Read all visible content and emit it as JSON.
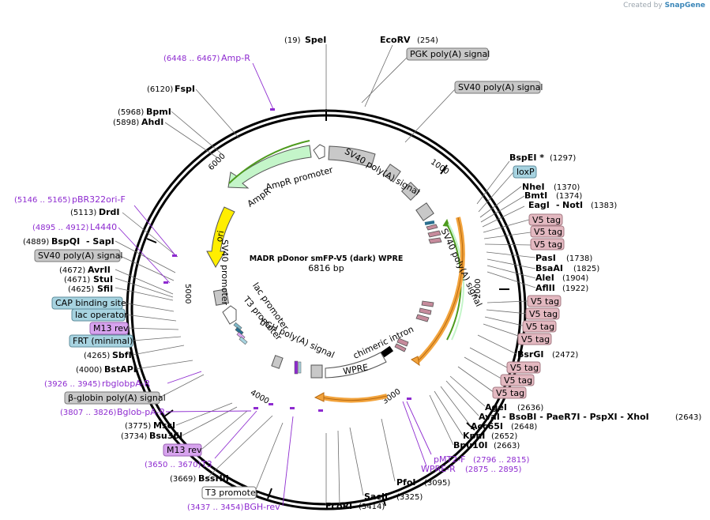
{
  "brand": {
    "prefix": "Created by",
    "name": "SnapGene"
  },
  "plasmid": {
    "name": "MADR pDonor smFP-V5 (dark) WPRE",
    "size": "6816 bp"
  },
  "ticks": [
    "1000",
    "2000",
    "3000",
    "4000",
    "5000",
    "6000"
  ],
  "sites_right": [
    {
      "name": "SpeI",
      "pos": "(19)"
    },
    {
      "name": "EcoRV",
      "pos": "(254)"
    },
    {
      "name": "BspEI *",
      "pos": "(1297)"
    },
    {
      "name": "NheI",
      "pos": "(1370)"
    },
    {
      "name": "BmtI",
      "pos": "(1374)"
    },
    {
      "name": "EagI",
      "prefix": "-",
      "name2": "NotI",
      "pos": "(1383)"
    },
    {
      "name": "PasI",
      "pos": "(1738)"
    },
    {
      "name": "BsaAI",
      "pos": "(1825)"
    },
    {
      "name": "AleI",
      "pos": "(1904)"
    },
    {
      "name": "AflII",
      "pos": "(1922)"
    },
    {
      "name": "BsrGI",
      "pos": "(2472)"
    },
    {
      "name": "AgeI",
      "pos": "(2636)"
    },
    {
      "name": "AvaI",
      "rest": "- BsoBI  - PaeR7I  - PspXI  - XhoI",
      "pos": "(2643)"
    },
    {
      "name": "Acc65I",
      "pos": "(2648)"
    },
    {
      "name": "KpnI",
      "pos": "(2652)"
    },
    {
      "name": "Bpu10I",
      "pos": "(2663)"
    },
    {
      "name": "PfoI",
      "pos": "(3095)"
    },
    {
      "name": "SacII",
      "pos": "(3325)"
    },
    {
      "name": "EcoRI",
      "pos": "(3414)"
    }
  ],
  "sites_left": [
    {
      "name": "FspI",
      "pos": "(6120)"
    },
    {
      "name": "BpmI",
      "pos": "(5968)"
    },
    {
      "name": "AhdI",
      "pos": "(5898)"
    },
    {
      "name": "DrdI",
      "pos": "(5113)"
    },
    {
      "name": "BspQI",
      "rest": "- SapI",
      "pos": "(4889)"
    },
    {
      "name": "AvrII",
      "pos": "(4672)"
    },
    {
      "name": "StuI",
      "pos": "(4671)"
    },
    {
      "name": "SfiI",
      "pos": "(4625)"
    },
    {
      "name": "SbfI",
      "pos": "(4265)"
    },
    {
      "name": "BstAPI",
      "pos": "(4000)"
    },
    {
      "name": "MscI",
      "pos": "(3775)"
    },
    {
      "name": "Bsu36I",
      "pos": "(3734)"
    },
    {
      "name": "BssHII",
      "pos": "(3669)"
    }
  ],
  "primers": [
    {
      "name": "Amp-R",
      "pos": "(6448 .. 6467)"
    },
    {
      "name": "pBR322ori-F",
      "pos": "(5146 .. 5165)"
    },
    {
      "name": "L4440",
      "pos": "(4895 .. 4912)"
    },
    {
      "name": "rbglobpA-R",
      "pos": "(3926 .. 3945)"
    },
    {
      "name": "Bglob-pA-R",
      "pos": "(3807 .. 3826)"
    },
    {
      "name": "T3",
      "pos": "(3650 .. 3670)"
    },
    {
      "name": "BGH-rev",
      "pos": "(3437 .. 3454)"
    },
    {
      "name": "pMT2-F",
      "pos": "(2796 .. 2815)"
    },
    {
      "name": "WPRE-R",
      "pos": "(2875 .. 2895)"
    }
  ],
  "feature_boxes": [
    "PGK poly(A) signal",
    "SV40 poly(A) signal",
    "loxP",
    "V5 tag",
    "SV40 poly(A) signal",
    "CAP binding site",
    "lac operator",
    "M13 rev",
    "FRT (minimal)",
    "β-globin poly(A) signal",
    "M13 rev",
    "T3 promoter"
  ],
  "arc_labels": {
    "ampr_promoter": "AmpR promoter",
    "ampr": "AmpR",
    "ori": "ori",
    "sv40_polya_1": "SV40 poly(A) signal",
    "sv40_polya_2": "SV40 poly(A) signal",
    "sv40_promoter": "SV40 promoter",
    "lac_promoter": "lac promoter",
    "t3_promoter": "T3 promoter",
    "bgh_polya": "bGH poly(A) signal",
    "chimeric_intron": "chimeric intron",
    "wpre": "WPRE"
  },
  "colors": {
    "grey_box": "#c8c8c8",
    "blue_box": "#a7d3e0",
    "pink_box": "#e3b8c0",
    "purple_box": "#d7a3ee",
    "primer": "#8e2bd0",
    "ampr_fill": "#c4f5c9",
    "ori_fill": "#ffee00",
    "orange": "#f2a33c",
    "green": "#4e9b1e"
  }
}
